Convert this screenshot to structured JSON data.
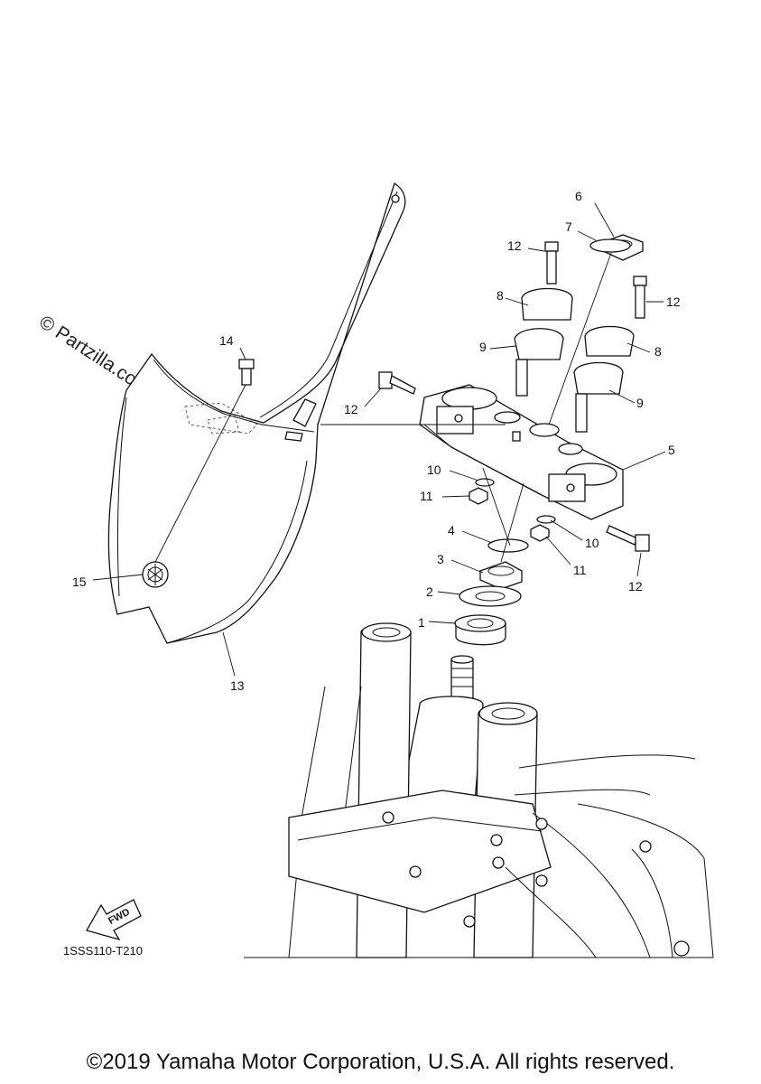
{
  "watermark": "© Partzilla.com",
  "diagram_code": "1SSS110-T210",
  "fwd_label": "FWD",
  "copyright": "©2019 Yamaha Motor Corporation, U.S.A. All rights reserved.",
  "callouts": {
    "c1": "1",
    "c2": "2",
    "c3": "3",
    "c4": "4",
    "c5": "5",
    "c6": "6",
    "c7": "7",
    "c8a": "8",
    "c8b": "8",
    "c9a": "9",
    "c9b": "9",
    "c10a": "10",
    "c10b": "10",
    "c11a": "11",
    "c11b": "11",
    "c12a": "12",
    "c12b": "12",
    "c12c": "12",
    "c12d": "12",
    "c13": "13",
    "c14": "14",
    "c15": "15"
  }
}
